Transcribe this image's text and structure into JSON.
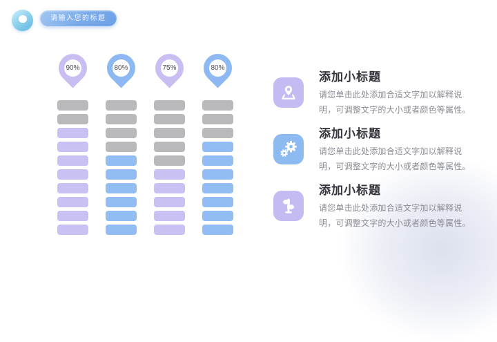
{
  "slide": {
    "badge": {
      "label": "请输入您的标题"
    }
  },
  "chart": {
    "columns": [
      {
        "percent": "90%",
        "theme": "purple",
        "segments": [
          "gray",
          "gray",
          "purple",
          "purple",
          "purple",
          "purple",
          "purple",
          "purple",
          "purple",
          "purple"
        ]
      },
      {
        "percent": "80%",
        "theme": "blue",
        "segments": [
          "gray",
          "gray",
          "gray",
          "gray",
          "blue",
          "blue",
          "blue",
          "blue",
          "blue",
          "blue"
        ]
      },
      {
        "percent": "75%",
        "theme": "purple",
        "segments": [
          "gray",
          "gray",
          "gray",
          "gray",
          "gray",
          "purple",
          "purple",
          "purple",
          "purple",
          "purple"
        ]
      },
      {
        "percent": "80%",
        "theme": "blue",
        "segments": [
          "gray",
          "gray",
          "gray",
          "blue",
          "blue",
          "blue",
          "blue",
          "blue",
          "blue",
          "blue"
        ]
      }
    ]
  },
  "chart_data": {
    "type": "bar",
    "categories": [
      "90%",
      "80%",
      "75%",
      "80%"
    ],
    "series": [
      {
        "name": "colored_segments",
        "values": [
          8,
          6,
          5,
          7
        ]
      },
      {
        "name": "gray_segments",
        "values": [
          2,
          4,
          5,
          3
        ]
      }
    ],
    "segments_per_column": 10,
    "title": "",
    "legend": "none"
  },
  "info_blocks": [
    {
      "icon": "map-pin-icon",
      "icon_color": "purple",
      "title": "添加小标题",
      "body": "请您单击此处添加合适文字加以解释说\n明，可调整文字的大小或者颜色等属性。"
    },
    {
      "icon": "gears-icon",
      "icon_color": "blue",
      "title": "添加小标题",
      "body": "请您单击此处添加合适文字加以解释说\n明，可调整文字的大小或者颜色等属性。"
    },
    {
      "icon": "signpost-icon",
      "icon_color": "purple",
      "title": "添加小标题",
      "body": "请您单击此处添加合适文字加以解释说\n明，可调整文字的大小或者颜色等属性。"
    }
  ],
  "colors": {
    "segment_gray": "#b9b9bb",
    "segment_purple": "#c9c1f4",
    "segment_blue": "#92bdf4",
    "pin_purple": "#cabdf2",
    "pin_blue": "#8db8f1",
    "icon_purple": "#c4bbf2",
    "icon_blue": "#8dbaf0",
    "title_text": "#34343c",
    "body_text": "#8b8b93",
    "badge_blue": "#6d9fe6"
  }
}
